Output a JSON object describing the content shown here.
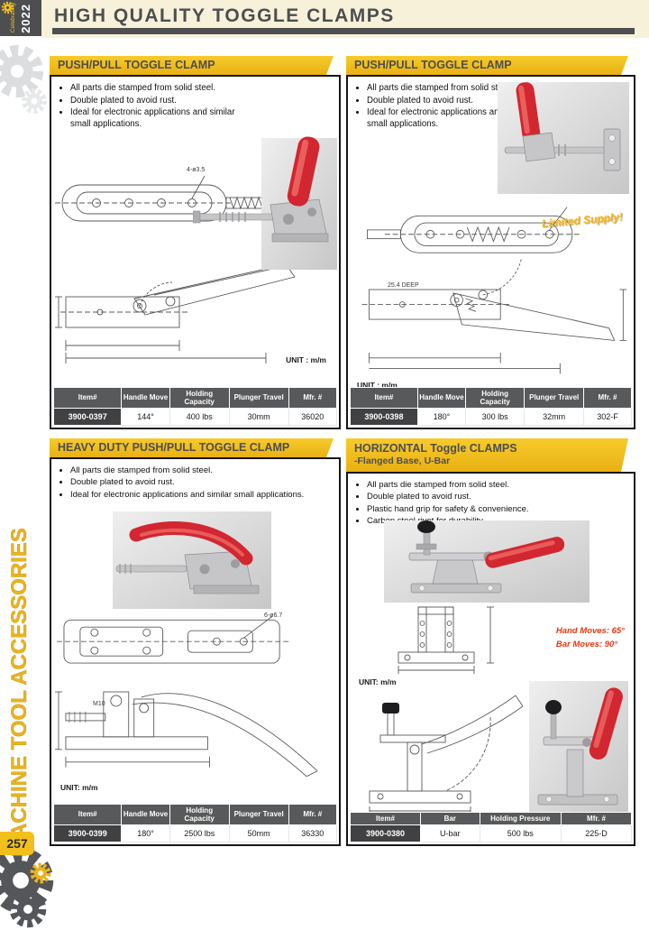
{
  "page": {
    "title": "HIGH QUALITY TOGGLE CLAMPS",
    "page_number": "257",
    "sidebar_text": "MACHINE TOOL ACCESSORIES",
    "logo": {
      "line1": "Celebrating",
      "line2": "2022"
    },
    "colors": {
      "accent_yellow": "#f2c01d",
      "dark_gray": "#4d4e50",
      "handle_red": "#d22730"
    }
  },
  "panels": [
    {
      "title": "PUSH/PULL TOGGLE CLAMP",
      "bullets": [
        "All parts die stamped from solid steel.",
        "Double plated to avoid rust.",
        "Ideal for electronic applications and similar small applications."
      ],
      "callout": "4-ø3.5",
      "unit_label": "UNIT : m/m",
      "table": {
        "headers": [
          "Item#",
          "Handle Move",
          "Holding Capacity",
          "Plunger Travel",
          "Mfr. #"
        ],
        "row": [
          "3900-0397",
          "144°",
          "400 lbs",
          "30mm",
          "36020"
        ]
      }
    },
    {
      "title": "PUSH/PULL TOGGLE CLAMP",
      "bullets": [
        "All parts die stamped from solid steel.",
        "Double plated to avoid rust.",
        "Ideal for electronic applications and similar small applications."
      ],
      "callout": "25.4 DEEP",
      "note": "Limited Supply!",
      "unit_label": "UNIT : m/m",
      "table": {
        "headers": [
          "Item#",
          "Handle Move",
          "Holding Capacity",
          "Plunger Travel",
          "Mfr. #"
        ],
        "row": [
          "3900-0398",
          "180°",
          "300 lbs",
          "32mm",
          "302-F"
        ]
      }
    },
    {
      "title": "HEAVY DUTY PUSH/PULL TOGGLE CLAMP",
      "bullets": [
        "All parts die stamped from solid steel.",
        "Double plated to avoid rust.",
        "Ideal for electronic applications and similar small applications."
      ],
      "callout": "6-ø6.7",
      "callout2": "M10",
      "unit_label": "UNIT: m/m",
      "table": {
        "headers": [
          "Item#",
          "Handle Move",
          "Holding Capacity",
          "Plunger Travel",
          "Mfr. #"
        ],
        "row": [
          "3900-0399",
          "180°",
          "2500 lbs",
          "50mm",
          "36330"
        ]
      }
    },
    {
      "title": "HORIZONTAL Toggle CLAMPS",
      "subtitle": "-Flanged Base, U-Bar",
      "bullets": [
        "All parts die stamped from solid steel.",
        "Double plated to avoid rust.",
        "Plastic hand grip for safety & convenience.",
        "Carbon steel rivet for durability."
      ],
      "notes": [
        "Hand Moves: 65°",
        "Bar Moves: 90°"
      ],
      "unit_label": "UNIT: m/m",
      "table": {
        "headers": [
          "Item#",
          "Bar",
          "Holding Pressure",
          "Mfr. #"
        ],
        "row": [
          "3900-0380",
          "U-bar",
          "500 lbs",
          "225-D"
        ]
      }
    }
  ]
}
